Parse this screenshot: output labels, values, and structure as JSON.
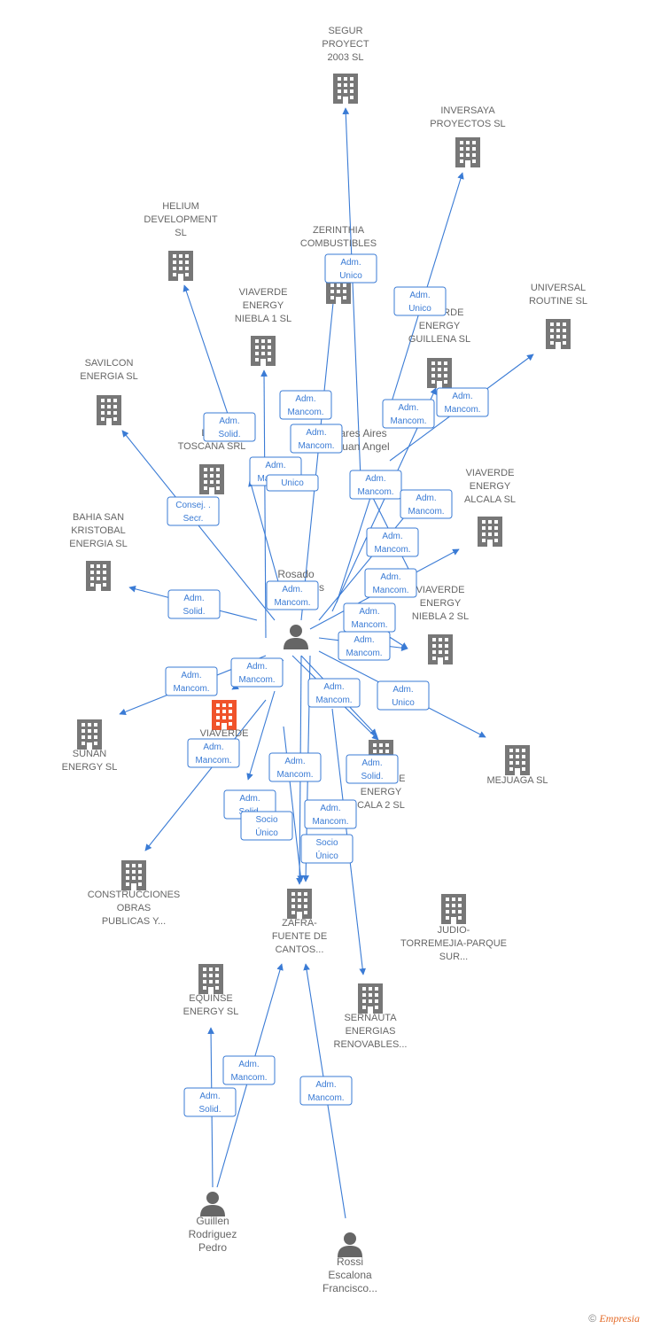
{
  "companies": [
    {
      "id": "segur",
      "lines": [
        "SEGUR",
        "PROYECT",
        "2003 SL"
      ],
      "color": "#777777"
    },
    {
      "id": "inversaya",
      "lines": [
        "INVERSAYA",
        "PROYECTOS SL"
      ],
      "color": "#777777"
    },
    {
      "id": "helium",
      "lines": [
        "HELIUM",
        "DEVELOPMENT",
        "SL"
      ],
      "color": "#777777"
    },
    {
      "id": "zerinthia",
      "lines": [
        "ZERINTHIA",
        "COMBUSTIBLES"
      ],
      "color": "#777777"
    },
    {
      "id": "universal",
      "lines": [
        "UNIVERSAL",
        "ROUTINE  SL"
      ],
      "color": "#777777"
    },
    {
      "id": "niebla1",
      "lines": [
        "VIAVERDE",
        "ENERGY",
        "NIEBLA 1  SL"
      ],
      "color": "#777777"
    },
    {
      "id": "guillena",
      "lines": [
        "VIAVERDE",
        "ENERGY",
        "GUILLENA  SL"
      ],
      "color": "#777777"
    },
    {
      "id": "savilcon",
      "lines": [
        "SAVILCON",
        "ENERGIA  SL"
      ],
      "color": "#777777"
    },
    {
      "id": "toscana",
      "lines": [
        "LA B",
        "TOSCANA SRL"
      ],
      "color": "#777777"
    },
    {
      "id": "alcala",
      "lines": [
        "VIAVERDE",
        "ENERGY",
        "ALCALA  SL"
      ],
      "color": "#777777"
    },
    {
      "id": "bahia",
      "lines": [
        "BAHIA SAN",
        "KRISTOBAL",
        "ENERGIA  SL"
      ],
      "color": "#777777"
    },
    {
      "id": "niebla2",
      "lines": [
        "VIAVERDE",
        "ENERGY",
        "NIEBLA 2  SL"
      ],
      "color": "#777777"
    },
    {
      "id": "focus",
      "lines": [
        "VIAVERDE",
        "E         SL"
      ],
      "color": "#f0532b"
    },
    {
      "id": "sunan",
      "lines": [
        "SUNAN",
        "ENERGY  SL"
      ],
      "color": "#777777"
    },
    {
      "id": "alcala2",
      "lines": [
        "VIAVERDE",
        "ENERGY",
        "CALA 2  SL"
      ],
      "color": "#777777"
    },
    {
      "id": "mejuaga",
      "lines": [
        "MEJUAGA  SL"
      ],
      "color": "#777777"
    },
    {
      "id": "construcciones",
      "lines": [
        "CONSTRUCCIONES",
        "OBRAS",
        "PUBLICAS Y..."
      ],
      "color": "#777777"
    },
    {
      "id": "zafra",
      "lines": [
        "ZAFRA-",
        "FUENTE DE",
        "CANTOS..."
      ],
      "color": "#777777"
    },
    {
      "id": "judio",
      "lines": [
        "JUDIO-",
        "TORREMEJIA-PARQUE",
        "SUR..."
      ],
      "color": "#777777"
    },
    {
      "id": "equinse",
      "lines": [
        "EQUINSE",
        "ENERGY  SL"
      ],
      "color": "#777777"
    },
    {
      "id": "sernauta",
      "lines": [
        "SERNAUTA",
        "ENERGIAS",
        "RENOVABLES..."
      ],
      "color": "#777777"
    }
  ],
  "persons": [
    {
      "id": "center",
      "lines": [
        "Rosado",
        "Juan Carlos"
      ]
    },
    {
      "id": "guillen",
      "lines": [
        "Guillen",
        "Rodriguez",
        "Pedro"
      ]
    },
    {
      "id": "rossi",
      "lines": [
        "Rossi",
        "Escalona",
        "Francisco..."
      ]
    },
    {
      "id": "aires",
      "lines": [
        "ares Aires",
        "Juan Angel"
      ]
    }
  ],
  "edges": [
    {
      "id": "e1",
      "label": [
        "Adm.",
        "Unico"
      ]
    },
    {
      "id": "e2",
      "label": [
        "Adm.",
        "Unico"
      ]
    },
    {
      "id": "e3",
      "label": [
        "Adm.",
        "Solid."
      ]
    },
    {
      "id": "e4",
      "label": [
        "Adm.",
        "Mancom."
      ]
    },
    {
      "id": "e5",
      "label": [
        "Adm.",
        "Mancom."
      ]
    },
    {
      "id": "e6",
      "label": [
        "Adm.",
        "Mancom."
      ]
    },
    {
      "id": "e7",
      "label": [
        "Adm.",
        "Mancom."
      ]
    },
    {
      "id": "e8",
      "label": [
        "Adm.",
        "Mancom."
      ]
    },
    {
      "id": "e9",
      "label": [
        "Unico"
      ]
    },
    {
      "id": "e10",
      "label": [
        "Consej. .",
        "Secr."
      ]
    },
    {
      "id": "e11",
      "label": [
        "Adm.",
        "Mancom."
      ]
    },
    {
      "id": "e12",
      "label": [
        "Adm.",
        "Mancom."
      ]
    },
    {
      "id": "e13",
      "label": [
        "Adm.",
        "Mancom."
      ]
    },
    {
      "id": "e14",
      "label": [
        "Adm.",
        "Mancom."
      ]
    },
    {
      "id": "e15",
      "label": [
        "Adm.",
        "Mancom."
      ]
    },
    {
      "id": "e16",
      "label": [
        "Adm.",
        "Solid."
      ]
    },
    {
      "id": "e17",
      "label": [
        "Adm.",
        "Mancom."
      ]
    },
    {
      "id": "e18",
      "label": [
        "Adm.",
        "Mancom."
      ]
    },
    {
      "id": "e19",
      "label": [
        "Adm.",
        "Mancom."
      ]
    },
    {
      "id": "e20",
      "label": [
        "Adm.",
        "Mancom."
      ]
    },
    {
      "id": "e21",
      "label": [
        "Adm.",
        "Unico"
      ]
    },
    {
      "id": "e22",
      "label": [
        "Adm.",
        "Mancom."
      ]
    },
    {
      "id": "e23",
      "label": [
        "Adm.",
        "Mancom."
      ]
    },
    {
      "id": "e24",
      "label": [
        "Adm.",
        "Mancom."
      ]
    },
    {
      "id": "e25",
      "label": [
        "Adm.",
        "Solid."
      ]
    },
    {
      "id": "e26",
      "label": [
        "Adm.",
        "Solid."
      ]
    },
    {
      "id": "e27",
      "label": [
        "Socio",
        "Único"
      ]
    },
    {
      "id": "e28",
      "label": [
        "Adm.",
        "Mancom."
      ]
    },
    {
      "id": "e29",
      "label": [
        "Socio",
        "Único"
      ]
    },
    {
      "id": "e30",
      "label": [
        "Adm.",
        "Mancom."
      ]
    },
    {
      "id": "e31",
      "label": [
        "Adm.",
        "Solid."
      ]
    },
    {
      "id": "e32",
      "label": [
        "Adm.",
        "Mancom."
      ]
    }
  ],
  "footer": {
    "copyright": "©",
    "brand": "Empresia"
  }
}
